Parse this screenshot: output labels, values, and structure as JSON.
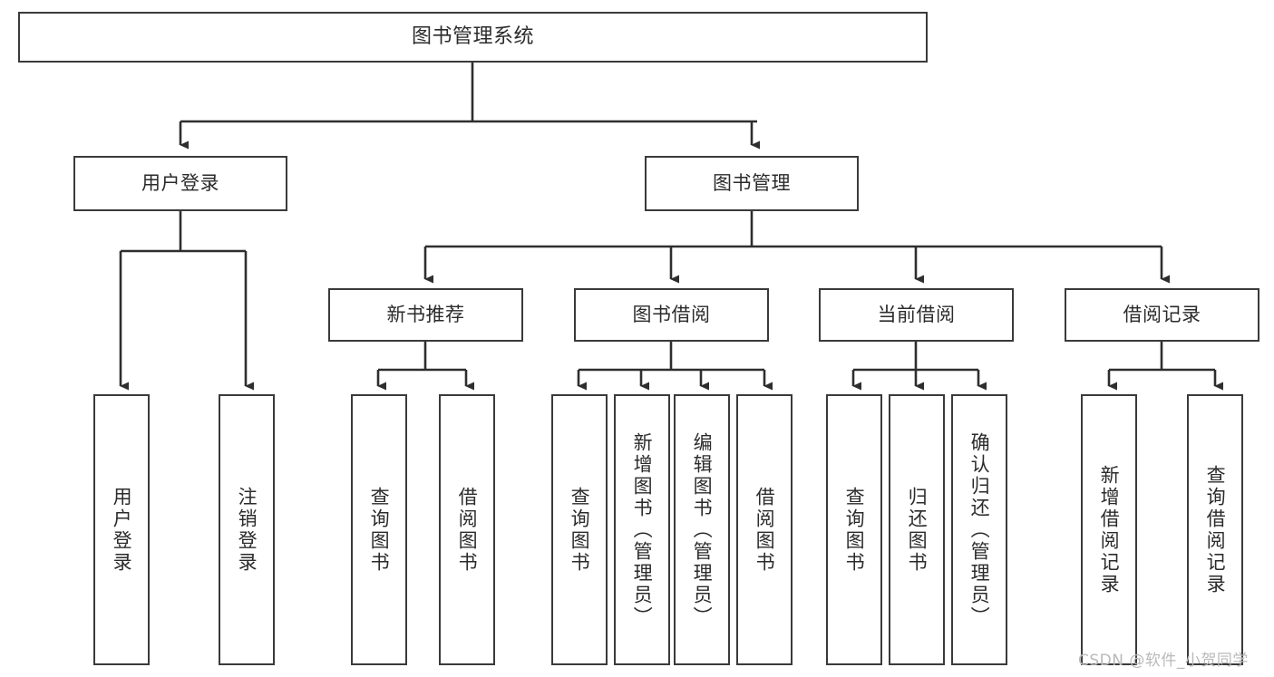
{
  "diagram": {
    "type": "tree-hierarchy",
    "title": "图书管理系统",
    "root": {
      "label": "图书管理系统"
    },
    "level2": [
      {
        "id": "user-login",
        "label": "用户登录"
      },
      {
        "id": "book-manage",
        "label": "图书管理"
      }
    ],
    "level3": [
      {
        "id": "new-book-recommend",
        "label": "新书推荐",
        "parent": "book-manage"
      },
      {
        "id": "book-borrow",
        "label": "图书借阅",
        "parent": "book-manage"
      },
      {
        "id": "current-borrow",
        "label": "当前借阅",
        "parent": "book-manage"
      },
      {
        "id": "borrow-record",
        "label": "借阅记录",
        "parent": "book-manage"
      }
    ],
    "leaves": [
      {
        "id": "leaf-user-login",
        "label": "用户登录",
        "parent": "user-login"
      },
      {
        "id": "leaf-logout",
        "label": "注销登录",
        "parent": "user-login"
      },
      {
        "id": "leaf-query-book-1",
        "label": "查询图书",
        "parent": "new-book-recommend"
      },
      {
        "id": "leaf-borrow-book-1",
        "label": "借阅图书",
        "parent": "new-book-recommend"
      },
      {
        "id": "leaf-query-book-2",
        "label": "查询图书",
        "parent": "book-borrow"
      },
      {
        "id": "leaf-add-book",
        "label": "新增图书（管理员）",
        "parent": "book-borrow"
      },
      {
        "id": "leaf-edit-book",
        "label": "编辑图书（管理员）",
        "parent": "book-borrow"
      },
      {
        "id": "leaf-borrow-book-2",
        "label": "借阅图书",
        "parent": "book-borrow"
      },
      {
        "id": "leaf-query-book-3",
        "label": "查询图书",
        "parent": "current-borrow"
      },
      {
        "id": "leaf-return-book",
        "label": "归还图书",
        "parent": "current-borrow"
      },
      {
        "id": "leaf-confirm-return",
        "label": "确认归还（管理员）",
        "parent": "current-borrow"
      },
      {
        "id": "leaf-add-record",
        "label": "新增借阅记录",
        "parent": "borrow-record"
      },
      {
        "id": "leaf-query-record",
        "label": "查询借阅记录",
        "parent": "borrow-record"
      }
    ]
  },
  "watermark": {
    "text": "CSDN @软件_小贺同学"
  },
  "colors": {
    "border": "#3a3a3a",
    "text": "#2b2b2b",
    "background": "#ffffff",
    "watermark": "#b9b9b9"
  }
}
